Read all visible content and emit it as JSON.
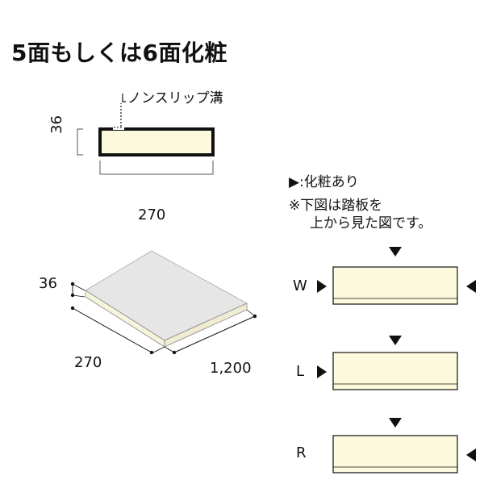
{
  "title": "5面もしくは6面化粧",
  "front_view": {
    "slip_label": "ノンスリップ溝",
    "height_label": "36",
    "width_label": "270"
  },
  "iso_view": {
    "height_label": "36",
    "width_label": "270",
    "length_label": "1,200"
  },
  "legend": {
    "marker_note": "▶:化粧あり",
    "note_line1": "※下図は踏板を",
    "note_line2": "上から見た図です。"
  },
  "panels": [
    {
      "label": "W"
    },
    {
      "label": "L"
    },
    {
      "label": "R"
    }
  ],
  "colors": {
    "board_fill": "#fdf9dc",
    "iso_top": "#e6e6e6",
    "iso_side": "#f7f4de",
    "stroke": "#111111"
  }
}
